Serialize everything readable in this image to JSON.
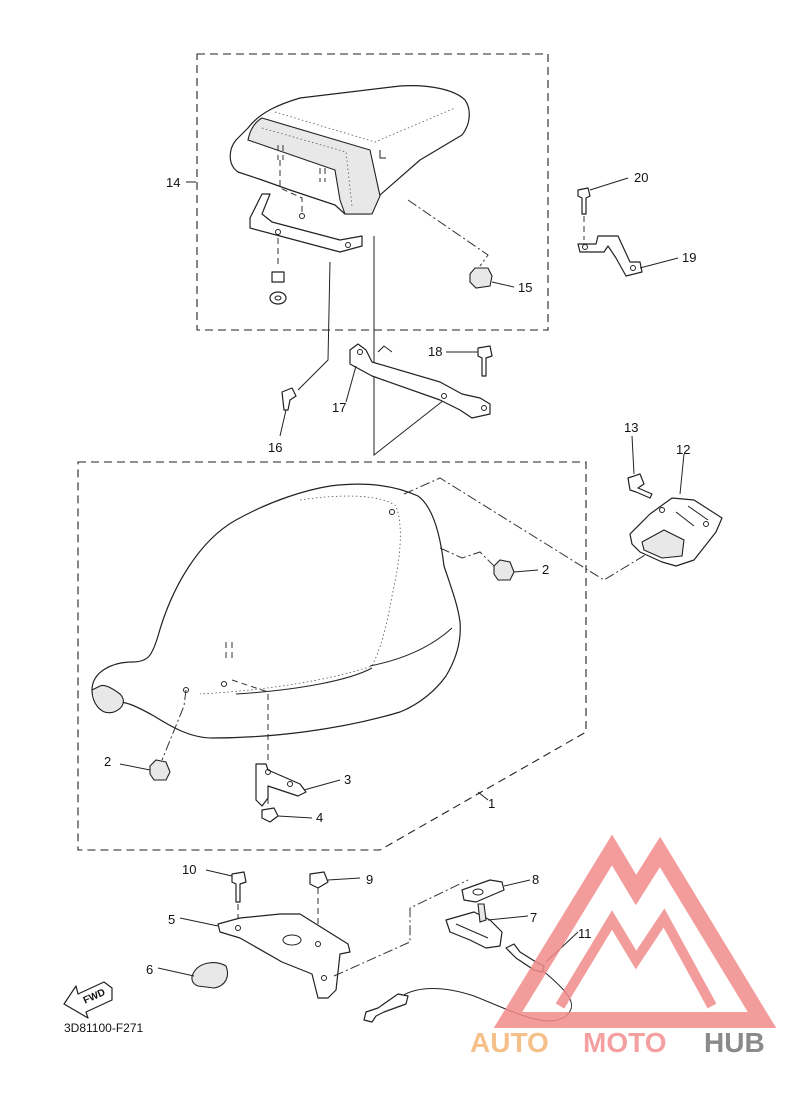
{
  "drawing_code": "3D81100-F271",
  "fwd_label": "FWD",
  "watermark": {
    "brand_1": "AUTO",
    "brand_2": "MOTO",
    "brand_3": "HUB",
    "color_1": "#f5c08a",
    "color_2": "#f4a0a0",
    "color_3": "#8a8a8a"
  },
  "callouts": {
    "c1": "1",
    "c2a": "2",
    "c2b": "2",
    "c3": "3",
    "c4": "4",
    "c5": "5",
    "c6": "6",
    "c7": "7",
    "c8": "8",
    "c9": "9",
    "c10": "10",
    "c11": "11",
    "c12": "12",
    "c13": "13",
    "c14": "14",
    "c15": "15",
    "c16": "16",
    "c17": "17",
    "c18": "18",
    "c19": "19",
    "c20": "20"
  }
}
